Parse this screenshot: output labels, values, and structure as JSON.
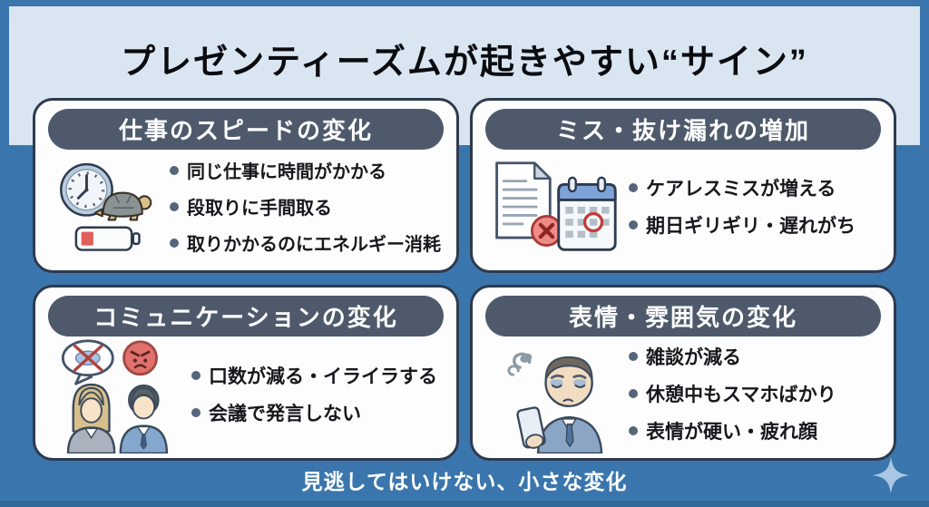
{
  "header": {
    "title": "プレゼンティーズムが起きやすい“サイン”"
  },
  "cards": [
    {
      "title": "仕事のスピードの変化",
      "icon": "clock-turtle-battery-icon",
      "bullets": [
        "同じ仕事に時間がかかる",
        "段取りに手間取る",
        "取りかかるのにエネルギー消耗"
      ]
    },
    {
      "title": "ミス・抜け漏れの増加",
      "icon": "document-error-calendar-icon",
      "bullets": [
        "ケアレスミスが増える",
        "期日ギリギリ・遅れがち"
      ]
    },
    {
      "title": "コミュニケーションの変化",
      "icon": "silent-people-icon",
      "bullets": [
        "口数が減る・イライラする",
        "会議で発言しない"
      ]
    },
    {
      "title": "表情・雰囲気の変化",
      "icon": "tired-man-phone-icon",
      "bullets": [
        "雑談が減る",
        "休憩中もスマホばかり",
        "表情が硬い・疲れ顔"
      ]
    }
  ],
  "footer": {
    "caption": "見逃してはいけない、小さな変化"
  },
  "colors": {
    "background": "#3a76ad",
    "header_panel": "#d9e6f2",
    "card_background": "#fdfdfe",
    "card_border": "#2e3a4e",
    "title_pill": "#4e5a6c",
    "bullet_dot": "#55657a",
    "alert_red": "#e0605c",
    "sparkle": "#a9c6e4"
  }
}
